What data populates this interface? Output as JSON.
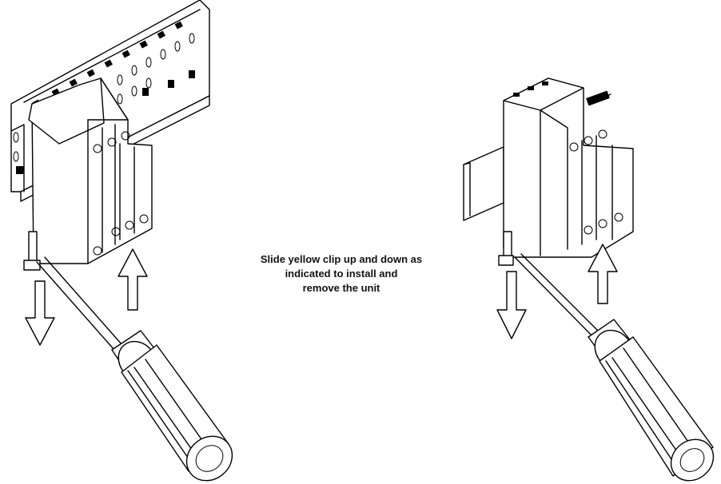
{
  "caption": {
    "line1": "Slide yellow clip up and down as",
    "line2": "indicated to install and",
    "line3": "remove the unit"
  },
  "icons": {
    "left_figure": [
      "din-rail-icon",
      "surge-protector-module-icon",
      "screwdriver-icon",
      "arrow-down-icon",
      "arrow-up-icon"
    ],
    "right_figure": [
      "din-rail-icon",
      "surge-protector-module-icon",
      "screwdriver-icon",
      "arrow-down-icon",
      "arrow-up-icon"
    ]
  }
}
